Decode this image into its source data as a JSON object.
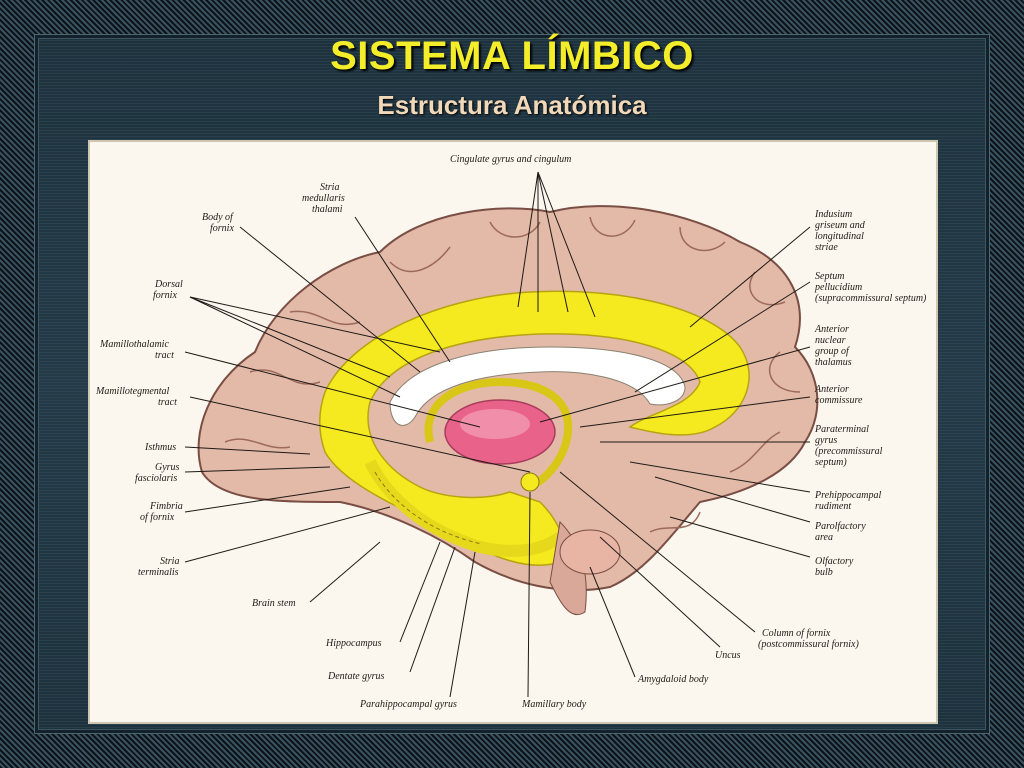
{
  "slide": {
    "title": "SISTEMA LÍMBICO",
    "subtitle": "Estructura Anatómica"
  },
  "colors": {
    "title": "#f4ee2a",
    "subtitle": "#f0d8b8",
    "cortex": "#e3b9a8",
    "limbic": "#f4ea1f",
    "thalamus": "#e8628a"
  },
  "labels": {
    "cingulate": "Cingulate gyrus and cingulum",
    "stria_med_1": "Stria",
    "stria_med_2": "medullaris",
    "stria_med_3": "thalami",
    "body_fornix_1": "Body of",
    "body_fornix_2": "fornix",
    "dorsal_fornix_1": "Dorsal",
    "dorsal_fornix_2": "fornix",
    "mamillothalamic_1": "Mamillothalamic",
    "mamillothalamic_2": "tract",
    "mamillotegmental_1": "Mamillotegmental",
    "mamillotegmental_2": "tract",
    "isthmus": "Isthmus",
    "gyrus_fasc_1": "Gyrus",
    "gyrus_fasc_2": "fasciolaris",
    "fimbria_1": "Fimbria",
    "fimbria_2": "of fornix",
    "stria_term_1": "Stria",
    "stria_term_2": "terminalis",
    "brain_stem": "Brain stem",
    "hippocampus": "Hippocampus",
    "dentate": "Dentate gyrus",
    "parahippo": "Parahippocampal gyrus",
    "mamillary": "Mamillary body",
    "amygdaloid": "Amygdaloid body",
    "uncus": "Uncus",
    "col_fornix_1": "Column of fornix",
    "col_fornix_2": "(postcommissural fornix)",
    "olfactory_1": "Olfactory",
    "olfactory_2": "bulb",
    "parolfactory_1": "Parolfactory",
    "parolfactory_2": "area",
    "prehippo_1": "Prehippocampal",
    "prehippo_2": "rudiment",
    "paraterminal_1": "Paraterminal",
    "paraterminal_2": "gyrus",
    "paraterminal_3": "(precommissural",
    "paraterminal_4": "septum)",
    "ant_commissure_1": "Anterior",
    "ant_commissure_2": "commissure",
    "ant_nuclear_1": "Anterior",
    "ant_nuclear_2": "nuclear",
    "ant_nuclear_3": "group of",
    "ant_nuclear_4": "thalamus",
    "septum_1": "Septum",
    "septum_2": "pellucidium",
    "septum_3": "(supracommissural septum)",
    "indusium_1": "Indusium",
    "indusium_2": "griseum and",
    "indusium_3": "longitudinal",
    "indusium_4": "striae"
  }
}
